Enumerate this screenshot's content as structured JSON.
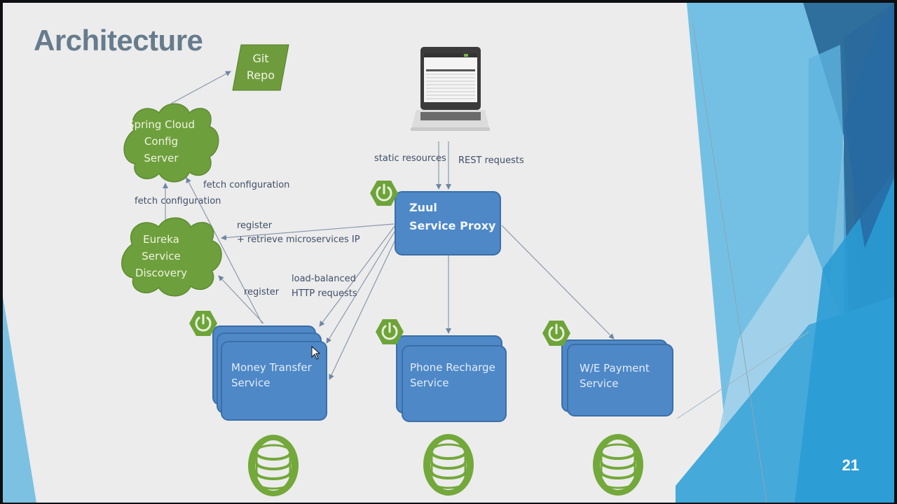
{
  "slide": {
    "title": "Architecture",
    "page_number": "21"
  },
  "nodes": {
    "git_repo": {
      "line1": "Git",
      "line2": "Repo"
    },
    "config_server": {
      "line1": "Spring Cloud",
      "line2": "Config",
      "line3": "Server"
    },
    "eureka": {
      "line1": "Eureka",
      "line2": "Service",
      "line3": "Discovery"
    },
    "zuul": {
      "line1": "Zuul",
      "line2": "Service Proxy"
    },
    "client": {
      "icon": "laptop-icon"
    },
    "services": [
      {
        "line1": "Money Transfer",
        "line2": "Service",
        "instances": 3
      },
      {
        "line1": "Phone Recharge",
        "line2": "Service",
        "instances": 2
      },
      {
        "line1": "W/E Payment",
        "line2": "Service",
        "instances": 2
      }
    ]
  },
  "edges": {
    "static_resources": "static resources",
    "rest_requests": "REST requests",
    "fetch_configuration_1": "fetch configuration",
    "fetch_configuration_2": "fetch configuration",
    "register_retrieve_1": "register",
    "register_retrieve_2": "+ retrieve microservices IP",
    "register": "register",
    "load_balanced_1": "load-balanced",
    "load_balanced_2": "HTTP requests"
  },
  "icons": {
    "spring_boot": "power-icon",
    "database": "database-icon"
  },
  "colors": {
    "title": "#667c8d",
    "green": "#70a03c",
    "blue": "#4e88c7",
    "blue_border": "#3a6fa8",
    "edge": "#8a98ab",
    "label": "#3f4f68"
  }
}
